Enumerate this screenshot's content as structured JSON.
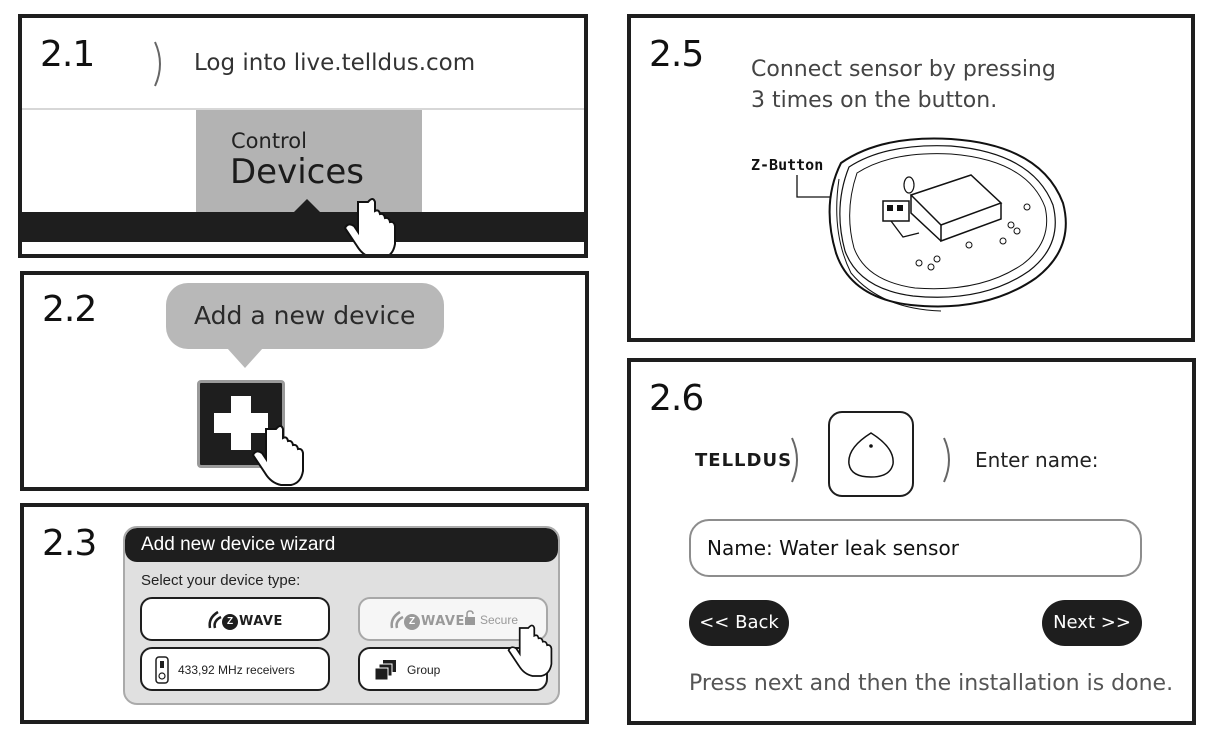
{
  "panels": {
    "step_2_1": {
      "number": "2.1",
      "instruction": "Log into live.telldus.com",
      "tab_small": "Control",
      "tab_big": "Devices"
    },
    "step_2_2": {
      "number": "2.2",
      "tooltip": "Add a new device"
    },
    "step_2_3": {
      "number": "2.3",
      "wizard_title": "Add new device wizard",
      "wizard_prompt": "Select your device type:",
      "options": [
        {
          "label": "WAVE",
          "logo_letter": "Z",
          "icon": "zwave-logo-icon"
        },
        {
          "label": "WAVE",
          "logo_letter": "Z",
          "badge": "Secure",
          "icon": "zwave-secure-logo-icon"
        },
        {
          "label": "433,92 MHz receivers",
          "icon": "remote-icon"
        },
        {
          "label": "Group",
          "icon": "group-icon"
        }
      ]
    },
    "step_2_5": {
      "number": "2.5",
      "instruction_line1": "Connect sensor by pressing",
      "instruction_line2": "3 times on the button.",
      "callout": "Z-Button"
    },
    "step_2_6": {
      "number": "2.6",
      "brand": "TELLDUS",
      "enter_label": "Enter name:",
      "name_value": "Name: Water leak sensor",
      "back_label": "<< Back",
      "next_label": "Next >>",
      "footer": "Press next and then the installation is done."
    }
  },
  "colors": {
    "frame": "#1e1e1e",
    "tab_gray": "#b3b3b3",
    "bubble_gray": "#b8b8b8",
    "panel_bg": "#ffffff"
  }
}
